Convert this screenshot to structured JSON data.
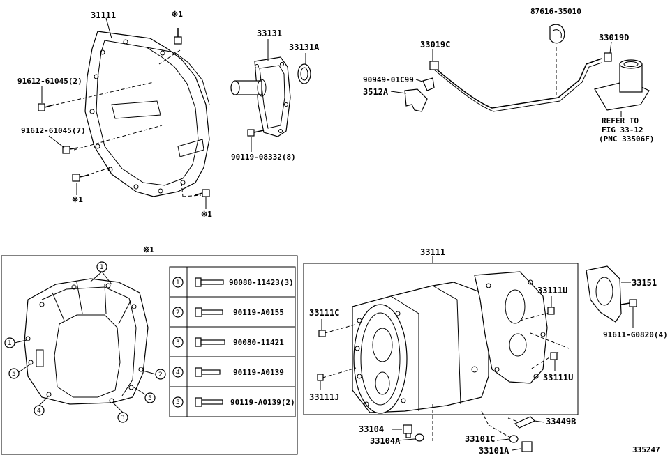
{
  "labels": {
    "p31111": "31111",
    "mark1_a": "※1",
    "p91612a": "91612-61045(2)",
    "p91612b": "91612-61045(7)",
    "mark1_b": "※1",
    "mark1_c": "※1",
    "p33131": "33131",
    "p33131a": "33131A",
    "p90119_08332": "90119-08332(8)",
    "p87616": "87616-35010",
    "p33019c": "33019C",
    "p33019d": "33019D",
    "p90949": "90949-01C99",
    "p3512a": "3512A",
    "refer1": "REFER TO",
    "refer2": "FIG 33-12",
    "refer3": "(PNC 33506F)",
    "p33111_b": "33111",
    "p33111c": "33111C",
    "p33111j": "33111J",
    "p33111u_a": "33111U",
    "p33111u_b": "33111U",
    "p33151": "33151",
    "p91611": "91611-G0820(4)",
    "p33104": "33104",
    "p33104a": "33104A",
    "p33101c": "33101C",
    "p33101a": "33101A",
    "p33449b": "33449B",
    "fig_no": "335247"
  },
  "detail": {
    "title_mark": "※1",
    "callouts": [
      "1",
      "1",
      "2",
      "3",
      "4",
      "5",
      "5"
    ],
    "legend": [
      {
        "n": "1",
        "part": "90080-11423(3)"
      },
      {
        "n": "2",
        "part": "90119-A0155"
      },
      {
        "n": "3",
        "part": "90080-11421"
      },
      {
        "n": "4",
        "part": "90119-A0139"
      },
      {
        "n": "5",
        "part": "90119-A0139(2)"
      }
    ]
  }
}
